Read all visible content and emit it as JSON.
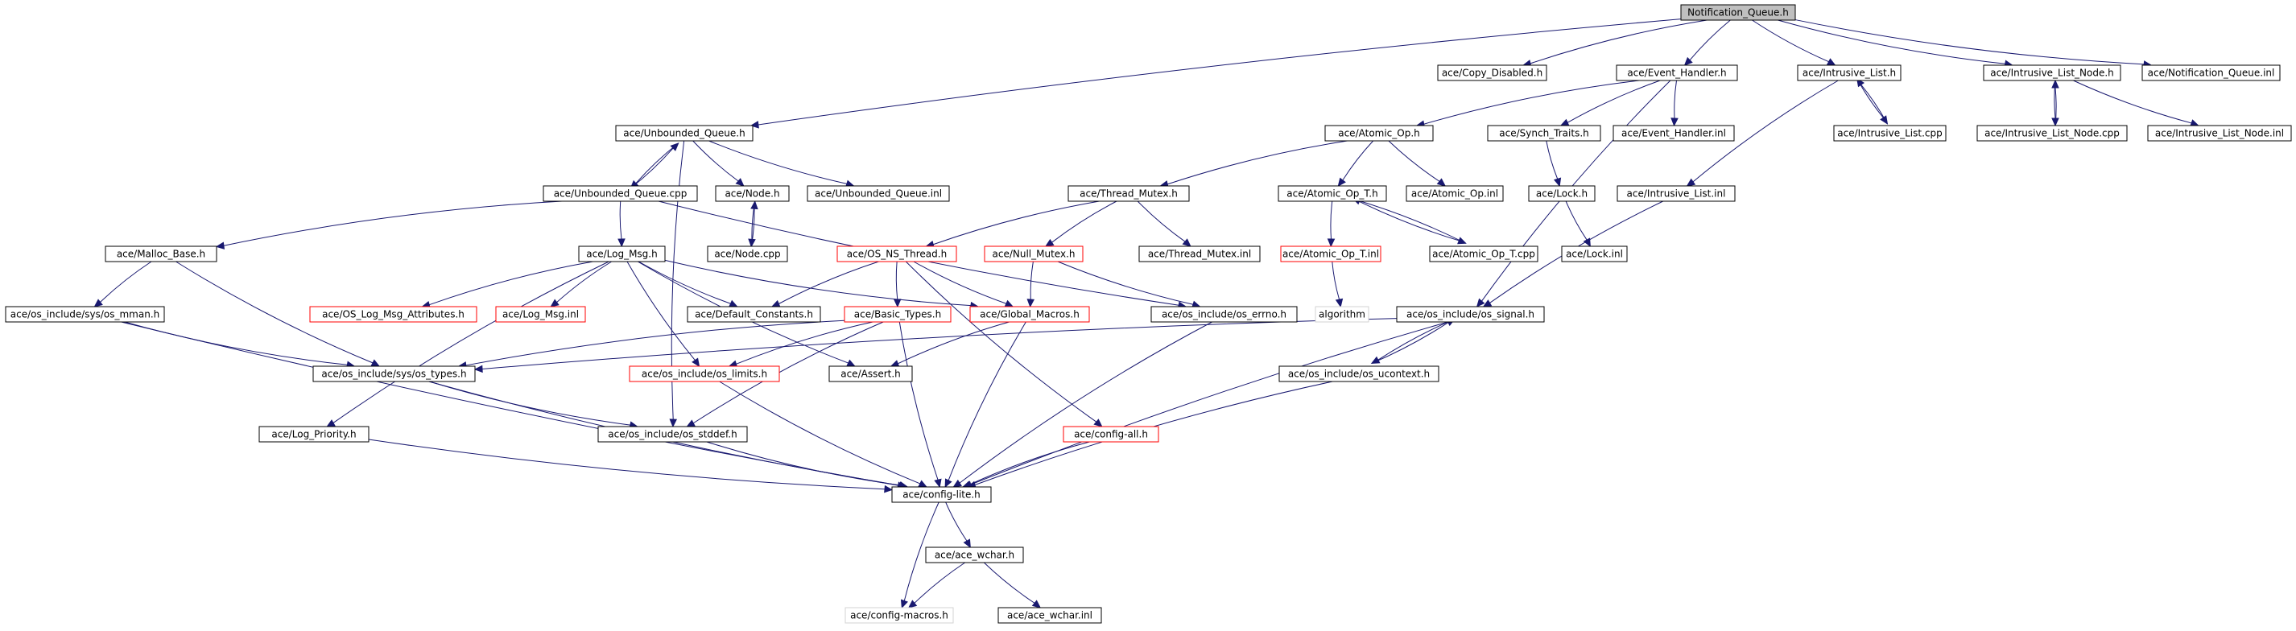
{
  "diagram": {
    "type": "include-dependency-graph",
    "colors": {
      "edge": "#191970",
      "root_fill": "#bfbfbf",
      "normal_border": "#000000",
      "truncated_border": "#ff0000",
      "external_border": "#d3d3d3"
    },
    "nodes": [
      {
        "id": "nq_h",
        "label": "Notification_Queue.h",
        "style": "root"
      },
      {
        "id": "copy_disabled",
        "label": "ace/Copy_Disabled.h",
        "style": "normal"
      },
      {
        "id": "event_handler_h",
        "label": "ace/Event_Handler.h",
        "style": "normal"
      },
      {
        "id": "intrusive_list_h",
        "label": "ace/Intrusive_List.h",
        "style": "normal"
      },
      {
        "id": "intrusive_list_node_h",
        "label": "ace/Intrusive_List_Node.h",
        "style": "normal"
      },
      {
        "id": "nq_inl",
        "label": "ace/Notification_Queue.inl",
        "style": "normal"
      },
      {
        "id": "unbounded_queue_h",
        "label": "ace/Unbounded_Queue.h",
        "style": "normal"
      },
      {
        "id": "atomic_op_h",
        "label": "ace/Atomic_Op.h",
        "style": "normal"
      },
      {
        "id": "synch_traits_h",
        "label": "ace/Synch_Traits.h",
        "style": "normal"
      },
      {
        "id": "event_handler_inl",
        "label": "ace/Event_Handler.inl",
        "style": "normal"
      },
      {
        "id": "intrusive_list_cpp",
        "label": "ace/Intrusive_List.cpp",
        "style": "normal"
      },
      {
        "id": "intrusive_list_node_cpp",
        "label": "ace/Intrusive_List_Node.cpp",
        "style": "normal"
      },
      {
        "id": "intrusive_list_node_inl",
        "label": "ace/Intrusive_List_Node.inl",
        "style": "normal"
      },
      {
        "id": "unbounded_queue_cpp",
        "label": "ace/Unbounded_Queue.cpp",
        "style": "normal"
      },
      {
        "id": "node_h",
        "label": "ace/Node.h",
        "style": "normal"
      },
      {
        "id": "unbounded_queue_inl",
        "label": "ace/Unbounded_Queue.inl",
        "style": "normal"
      },
      {
        "id": "thread_mutex_h",
        "label": "ace/Thread_Mutex.h",
        "style": "normal"
      },
      {
        "id": "atomic_op_t_h",
        "label": "ace/Atomic_Op_T.h",
        "style": "normal"
      },
      {
        "id": "atomic_op_inl",
        "label": "ace/Atomic_Op.inl",
        "style": "normal"
      },
      {
        "id": "lock_h",
        "label": "ace/Lock.h",
        "style": "normal"
      },
      {
        "id": "intrusive_list_inl",
        "label": "ace/Intrusive_List.inl",
        "style": "normal"
      },
      {
        "id": "malloc_base_h",
        "label": "ace/Malloc_Base.h",
        "style": "normal"
      },
      {
        "id": "log_msg_h",
        "label": "ace/Log_Msg.h",
        "style": "normal"
      },
      {
        "id": "node_cpp",
        "label": "ace/Node.cpp",
        "style": "normal"
      },
      {
        "id": "os_ns_thread_h",
        "label": "ace/OS_NS_Thread.h",
        "style": "red"
      },
      {
        "id": "null_mutex_h",
        "label": "ace/Null_Mutex.h",
        "style": "red"
      },
      {
        "id": "thread_mutex_inl",
        "label": "ace/Thread_Mutex.inl",
        "style": "normal"
      },
      {
        "id": "atomic_op_t_inl",
        "label": "ace/Atomic_Op_T.inl",
        "style": "red"
      },
      {
        "id": "atomic_op_t_cpp",
        "label": "ace/Atomic_Op_T.cpp",
        "style": "normal"
      },
      {
        "id": "lock_inl",
        "label": "ace/Lock.inl",
        "style": "normal"
      },
      {
        "id": "os_mman_h",
        "label": "ace/os_include/sys/os_mman.h",
        "style": "normal"
      },
      {
        "id": "os_log_msg_attributes_h",
        "label": "ace/OS_Log_Msg_Attributes.h",
        "style": "red"
      },
      {
        "id": "log_msg_inl",
        "label": "ace/Log_Msg.inl",
        "style": "red"
      },
      {
        "id": "default_constants_h",
        "label": "ace/Default_Constants.h",
        "style": "normal"
      },
      {
        "id": "basic_types_h",
        "label": "ace/Basic_Types.h",
        "style": "red"
      },
      {
        "id": "global_macros_h",
        "label": "ace/Global_Macros.h",
        "style": "red"
      },
      {
        "id": "os_errno_h",
        "label": "ace/os_include/os_errno.h",
        "style": "normal"
      },
      {
        "id": "algorithm",
        "label": "algorithm",
        "style": "plain"
      },
      {
        "id": "os_signal_h",
        "label": "ace/os_include/os_signal.h",
        "style": "normal"
      },
      {
        "id": "os_types_h",
        "label": "ace/os_include/sys/os_types.h",
        "style": "normal"
      },
      {
        "id": "os_limits_h",
        "label": "ace/os_include/os_limits.h",
        "style": "red"
      },
      {
        "id": "assert_h",
        "label": "ace/Assert.h",
        "style": "normal"
      },
      {
        "id": "os_ucontext_h",
        "label": "ace/os_include/os_ucontext.h",
        "style": "normal"
      },
      {
        "id": "log_priority_h",
        "label": "ace/Log_Priority.h",
        "style": "normal"
      },
      {
        "id": "os_stddef_h",
        "label": "ace/os_include/os_stddef.h",
        "style": "normal"
      },
      {
        "id": "config_all_h",
        "label": "ace/config-all.h",
        "style": "red"
      },
      {
        "id": "config_lite_h",
        "label": "ace/config-lite.h",
        "style": "normal"
      },
      {
        "id": "ace_wchar_h",
        "label": "ace/ace_wchar.h",
        "style": "normal"
      },
      {
        "id": "config_macros_h",
        "label": "ace/config-macros.h",
        "style": "plain"
      },
      {
        "id": "ace_wchar_inl",
        "label": "ace/ace_wchar.inl",
        "style": "normal"
      }
    ],
    "edges": [
      [
        "nq_h",
        "copy_disabled"
      ],
      [
        "nq_h",
        "event_handler_h"
      ],
      [
        "nq_h",
        "intrusive_list_h"
      ],
      [
        "nq_h",
        "intrusive_list_node_h"
      ],
      [
        "nq_h",
        "nq_inl"
      ],
      [
        "nq_h",
        "unbounded_queue_h"
      ],
      [
        "event_handler_h",
        "atomic_op_h"
      ],
      [
        "event_handler_h",
        "synch_traits_h"
      ],
      [
        "event_handler_h",
        "event_handler_inl"
      ],
      [
        "event_handler_h",
        "os_signal_h"
      ],
      [
        "intrusive_list_h",
        "intrusive_list_cpp"
      ],
      [
        "intrusive_list_cpp",
        "intrusive_list_h"
      ],
      [
        "intrusive_list_h",
        "intrusive_list_inl"
      ],
      [
        "intrusive_list_node_h",
        "intrusive_list_node_cpp"
      ],
      [
        "intrusive_list_node_cpp",
        "intrusive_list_node_h"
      ],
      [
        "intrusive_list_node_h",
        "intrusive_list_node_inl"
      ],
      [
        "unbounded_queue_h",
        "unbounded_queue_cpp"
      ],
      [
        "unbounded_queue_cpp",
        "unbounded_queue_h"
      ],
      [
        "unbounded_queue_h",
        "node_h"
      ],
      [
        "unbounded_queue_h",
        "unbounded_queue_inl"
      ],
      [
        "unbounded_queue_h",
        "os_stddef_h"
      ],
      [
        "node_h",
        "node_cpp"
      ],
      [
        "node_cpp",
        "node_h"
      ],
      [
        "unbounded_queue_cpp",
        "malloc_base_h"
      ],
      [
        "unbounded_queue_cpp",
        "log_msg_h"
      ],
      [
        "unbounded_queue_cpp",
        "os_errno_h"
      ],
      [
        "atomic_op_h",
        "thread_mutex_h"
      ],
      [
        "atomic_op_h",
        "atomic_op_t_h"
      ],
      [
        "atomic_op_h",
        "atomic_op_inl"
      ],
      [
        "synch_traits_h",
        "lock_h"
      ],
      [
        "lock_h",
        "lock_inl"
      ],
      [
        "intrusive_list_inl",
        "os_signal_h"
      ],
      [
        "thread_mutex_h",
        "os_ns_thread_h"
      ],
      [
        "thread_mutex_h",
        "null_mutex_h"
      ],
      [
        "thread_mutex_h",
        "thread_mutex_inl"
      ],
      [
        "atomic_op_t_h",
        "atomic_op_t_inl"
      ],
      [
        "atomic_op_t_h",
        "atomic_op_t_cpp"
      ],
      [
        "atomic_op_t_cpp",
        "atomic_op_t_h"
      ],
      [
        "atomic_op_t_inl",
        "algorithm"
      ],
      [
        "malloc_base_h",
        "os_mman_h"
      ],
      [
        "malloc_base_h",
        "os_types_h"
      ],
      [
        "os_mman_h",
        "os_types_h"
      ],
      [
        "os_mman_h",
        "config_lite_h"
      ],
      [
        "log_msg_h",
        "os_log_msg_attributes_h"
      ],
      [
        "log_msg_h",
        "log_msg_inl"
      ],
      [
        "log_msg_h",
        "default_constants_h"
      ],
      [
        "log_msg_h",
        "global_macros_h"
      ],
      [
        "log_msg_h",
        "os_limits_h"
      ],
      [
        "log_msg_h",
        "assert_h"
      ],
      [
        "log_msg_h",
        "log_priority_h"
      ],
      [
        "os_ns_thread_h",
        "default_constants_h"
      ],
      [
        "os_ns_thread_h",
        "basic_types_h"
      ],
      [
        "os_ns_thread_h",
        "global_macros_h"
      ],
      [
        "os_ns_thread_h",
        "config_all_h"
      ],
      [
        "null_mutex_h",
        "global_macros_h"
      ],
      [
        "null_mutex_h",
        "os_errno_h"
      ],
      [
        "basic_types_h",
        "os_types_h"
      ],
      [
        "basic_types_h",
        "os_limits_h"
      ],
      [
        "basic_types_h",
        "os_stddef_h"
      ],
      [
        "basic_types_h",
        "config_lite_h"
      ],
      [
        "global_macros_h",
        "assert_h"
      ],
      [
        "global_macros_h",
        "config_lite_h"
      ],
      [
        "os_errno_h",
        "config_lite_h"
      ],
      [
        "os_signal_h",
        "os_types_h"
      ],
      [
        "os_signal_h",
        "os_ucontext_h"
      ],
      [
        "os_ucontext_h",
        "os_signal_h"
      ],
      [
        "os_signal_h",
        "config_lite_h"
      ],
      [
        "os_ucontext_h",
        "config_lite_h"
      ],
      [
        "os_types_h",
        "os_stddef_h"
      ],
      [
        "os_types_h",
        "config_lite_h"
      ],
      [
        "os_limits_h",
        "config_lite_h"
      ],
      [
        "log_priority_h",
        "config_lite_h"
      ],
      [
        "os_stddef_h",
        "config_lite_h"
      ],
      [
        "config_all_h",
        "config_lite_h"
      ],
      [
        "config_lite_h",
        "ace_wchar_h"
      ],
      [
        "config_lite_h",
        "config_macros_h"
      ],
      [
        "ace_wchar_h",
        "config_macros_h"
      ],
      [
        "ace_wchar_h",
        "ace_wchar_inl"
      ]
    ]
  }
}
